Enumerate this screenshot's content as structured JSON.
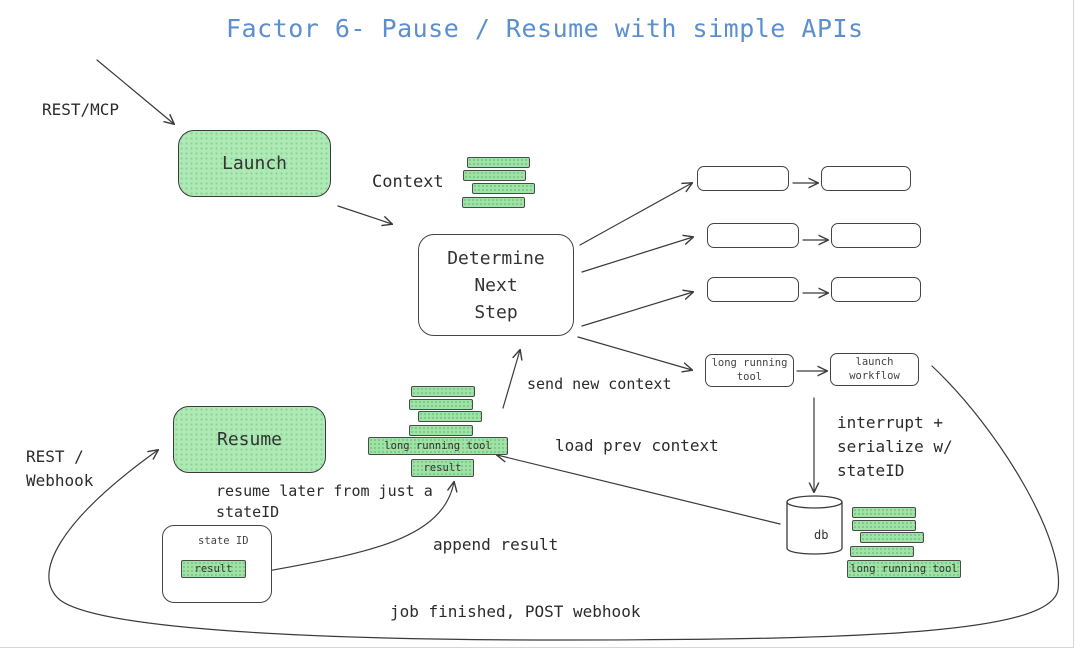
{
  "title": "Factor 6- Pause / Resume with simple APIs",
  "labels": {
    "rest_mcp": "REST/MCP",
    "context": "Context",
    "rest": "REST /",
    "webhook": "Webhook",
    "send_new_context": "send new context",
    "load_prev_context": "load prev context",
    "resume_later_1": "resume later from just a",
    "resume_later_2": "stateID",
    "append_result": "append result",
    "interrupt_1": "interrupt +",
    "interrupt_2": "serialize w/",
    "interrupt_3": "stateID",
    "job_finished": "job finished, POST webhook"
  },
  "nodes": {
    "launch": "Launch",
    "resume": "Resume",
    "determine": "Determine\nNext\nStep",
    "long_running_tool": "long running\ntool",
    "launch_workflow": "launch\nworkflow",
    "db": "db",
    "state_id": "state ID",
    "result": "result"
  },
  "stacks": {
    "resume_tool": "long running tool",
    "resume_result": "result",
    "db_tool": "long running tool"
  },
  "colors": {
    "title": "#5b8fcf",
    "green_fill": "#aeeab5",
    "stroke": "#3a3a3a"
  }
}
